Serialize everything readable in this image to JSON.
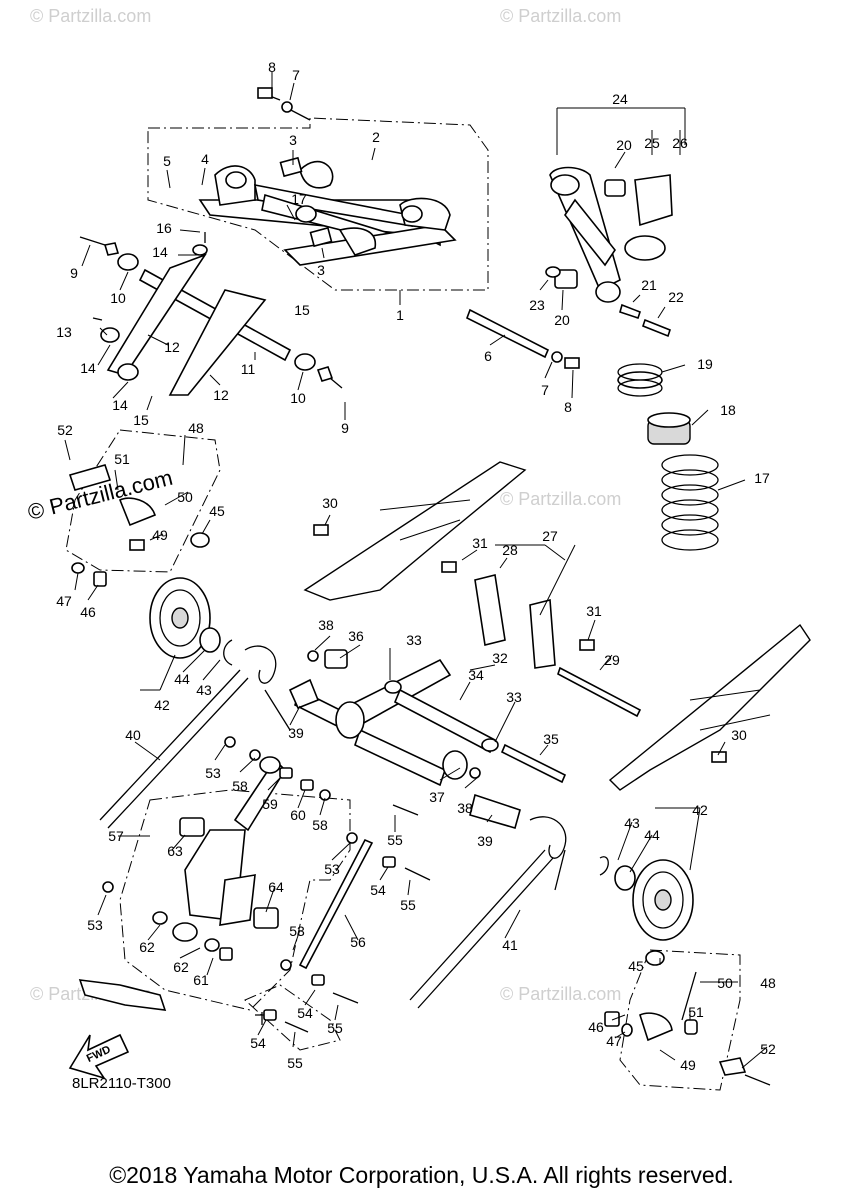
{
  "watermark": {
    "brand": "Partzilla.com",
    "symbol": "©"
  },
  "fwd_label": "FWD",
  "figure_code": "8LR2110-T300",
  "copyright": "©2018 Yamaha Motor Corporation, U.S.A. All rights reserved.",
  "callouts": [
    {
      "id": "c8a",
      "text": "8"
    },
    {
      "id": "c7a",
      "text": "7"
    },
    {
      "id": "c3a",
      "text": "3"
    },
    {
      "id": "c2",
      "text": "2"
    },
    {
      "id": "c5",
      "text": "5"
    },
    {
      "id": "c4",
      "text": "4"
    },
    {
      "id": "c17inner",
      "text": "17"
    },
    {
      "id": "c16",
      "text": "16"
    },
    {
      "id": "c14a",
      "text": "14"
    },
    {
      "id": "c9a",
      "text": "9"
    },
    {
      "id": "c10a",
      "text": "10"
    },
    {
      "id": "c3b",
      "text": "3"
    },
    {
      "id": "c15a",
      "text": "15"
    },
    {
      "id": "c1",
      "text": "1"
    },
    {
      "id": "c13",
      "text": "13"
    },
    {
      "id": "c12a",
      "text": "12"
    },
    {
      "id": "c14b",
      "text": "14"
    },
    {
      "id": "c11",
      "text": "11"
    },
    {
      "id": "c14c",
      "text": "14"
    },
    {
      "id": "c15b",
      "text": "15"
    },
    {
      "id": "c12b",
      "text": "12"
    },
    {
      "id": "c10b",
      "text": "10"
    },
    {
      "id": "c9b",
      "text": "9"
    },
    {
      "id": "c6",
      "text": "6"
    },
    {
      "id": "c7b",
      "text": "7"
    },
    {
      "id": "c8b",
      "text": "8"
    },
    {
      "id": "c24",
      "text": "24"
    },
    {
      "id": "c20a",
      "text": "20"
    },
    {
      "id": "c25",
      "text": "25"
    },
    {
      "id": "c26",
      "text": "26"
    },
    {
      "id": "c23",
      "text": "23"
    },
    {
      "id": "c20b",
      "text": "20"
    },
    {
      "id": "c21",
      "text": "21"
    },
    {
      "id": "c22",
      "text": "22"
    },
    {
      "id": "c19",
      "text": "19"
    },
    {
      "id": "c18",
      "text": "18"
    },
    {
      "id": "c17",
      "text": "17"
    },
    {
      "id": "c52a",
      "text": "52"
    },
    {
      "id": "c48a",
      "text": "48"
    },
    {
      "id": "c51a",
      "text": "51"
    },
    {
      "id": "c50a",
      "text": "50"
    },
    {
      "id": "c45a",
      "text": "45"
    },
    {
      "id": "c49a",
      "text": "49"
    },
    {
      "id": "c47a",
      "text": "47"
    },
    {
      "id": "c46a",
      "text": "46"
    },
    {
      "id": "c30a",
      "text": "30"
    },
    {
      "id": "c31a",
      "text": "31"
    },
    {
      "id": "c28",
      "text": "28"
    },
    {
      "id": "c27",
      "text": "27"
    },
    {
      "id": "c31b",
      "text": "31"
    },
    {
      "id": "c29",
      "text": "29"
    },
    {
      "id": "c30b",
      "text": "30"
    },
    {
      "id": "c38a",
      "text": "38"
    },
    {
      "id": "c36",
      "text": "36"
    },
    {
      "id": "c33a",
      "text": "33"
    },
    {
      "id": "c32",
      "text": "32"
    },
    {
      "id": "c34",
      "text": "34"
    },
    {
      "id": "c33b",
      "text": "33"
    },
    {
      "id": "c35",
      "text": "35"
    },
    {
      "id": "c37",
      "text": "37"
    },
    {
      "id": "c38b",
      "text": "38"
    },
    {
      "id": "c39a",
      "text": "39"
    },
    {
      "id": "c39b",
      "text": "39"
    },
    {
      "id": "c42a",
      "text": "42"
    },
    {
      "id": "c44a",
      "text": "44"
    },
    {
      "id": "c43a",
      "text": "43"
    },
    {
      "id": "c40",
      "text": "40"
    },
    {
      "id": "c53a",
      "text": "53"
    },
    {
      "id": "c58a",
      "text": "58"
    },
    {
      "id": "c59",
      "text": "59"
    },
    {
      "id": "c60",
      "text": "60"
    },
    {
      "id": "c58b",
      "text": "58"
    },
    {
      "id": "c57",
      "text": "57"
    },
    {
      "id": "c63",
      "text": "63"
    },
    {
      "id": "c55a",
      "text": "55"
    },
    {
      "id": "c53b",
      "text": "53"
    },
    {
      "id": "c54a",
      "text": "54"
    },
    {
      "id": "c55b",
      "text": "55"
    },
    {
      "id": "c64",
      "text": "64"
    },
    {
      "id": "c53c",
      "text": "53"
    },
    {
      "id": "c62a",
      "text": "62"
    },
    {
      "id": "c62b",
      "text": "62"
    },
    {
      "id": "c61",
      "text": "61"
    },
    {
      "id": "c53d",
      "text": "53"
    },
    {
      "id": "c56",
      "text": "56"
    },
    {
      "id": "c54b",
      "text": "54"
    },
    {
      "id": "c55c",
      "text": "55"
    },
    {
      "id": "c54c",
      "text": "54"
    },
    {
      "id": "c55d",
      "text": "55"
    },
    {
      "id": "c41",
      "text": "41"
    },
    {
      "id": "c42b",
      "text": "42"
    },
    {
      "id": "c43b",
      "text": "43"
    },
    {
      "id": "c44b",
      "text": "44"
    },
    {
      "id": "c45b",
      "text": "45"
    },
    {
      "id": "c50b",
      "text": "50"
    },
    {
      "id": "c48b",
      "text": "48"
    },
    {
      "id": "c46b",
      "text": "46"
    },
    {
      "id": "c51b",
      "text": "51"
    },
    {
      "id": "c47b",
      "text": "47"
    },
    {
      "id": "c52b",
      "text": "52"
    },
    {
      "id": "c49b",
      "text": "49"
    }
  ]
}
